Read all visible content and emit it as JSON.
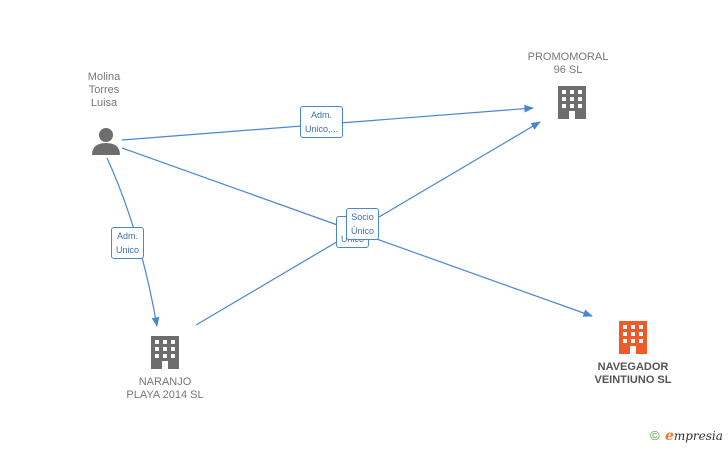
{
  "nodes": {
    "person": {
      "name": [
        "Molina",
        "Torres",
        "Luisa"
      ],
      "icon": "person-icon"
    },
    "promomoral": {
      "name": [
        "PROMOMORAL",
        "96 SL"
      ],
      "icon": "building-icon"
    },
    "naranjo": {
      "name": [
        "NARANJO",
        "PLAYA 2014 SL"
      ],
      "icon": "building-icon"
    },
    "navegador": {
      "name": [
        "NAVEGADOR",
        "VEINTIUNO SL"
      ],
      "icon": "building-icon",
      "highlight": true
    }
  },
  "edges": {
    "person_promomoral": [
      "Adm.",
      "Unico,..."
    ],
    "person_naranjo": [
      "Adm.",
      "Unico"
    ],
    "back_box": [
      "A",
      "Unico"
    ],
    "front_box": [
      "Socio",
      "Único"
    ]
  },
  "colors": {
    "edge": "#4a86cf",
    "icon_gray": "#6d6d6d",
    "icon_highlight": "#f05a28"
  },
  "watermark": {
    "copyright": "©",
    "brand_initial": "e",
    "brand_rest": "mpresia"
  }
}
